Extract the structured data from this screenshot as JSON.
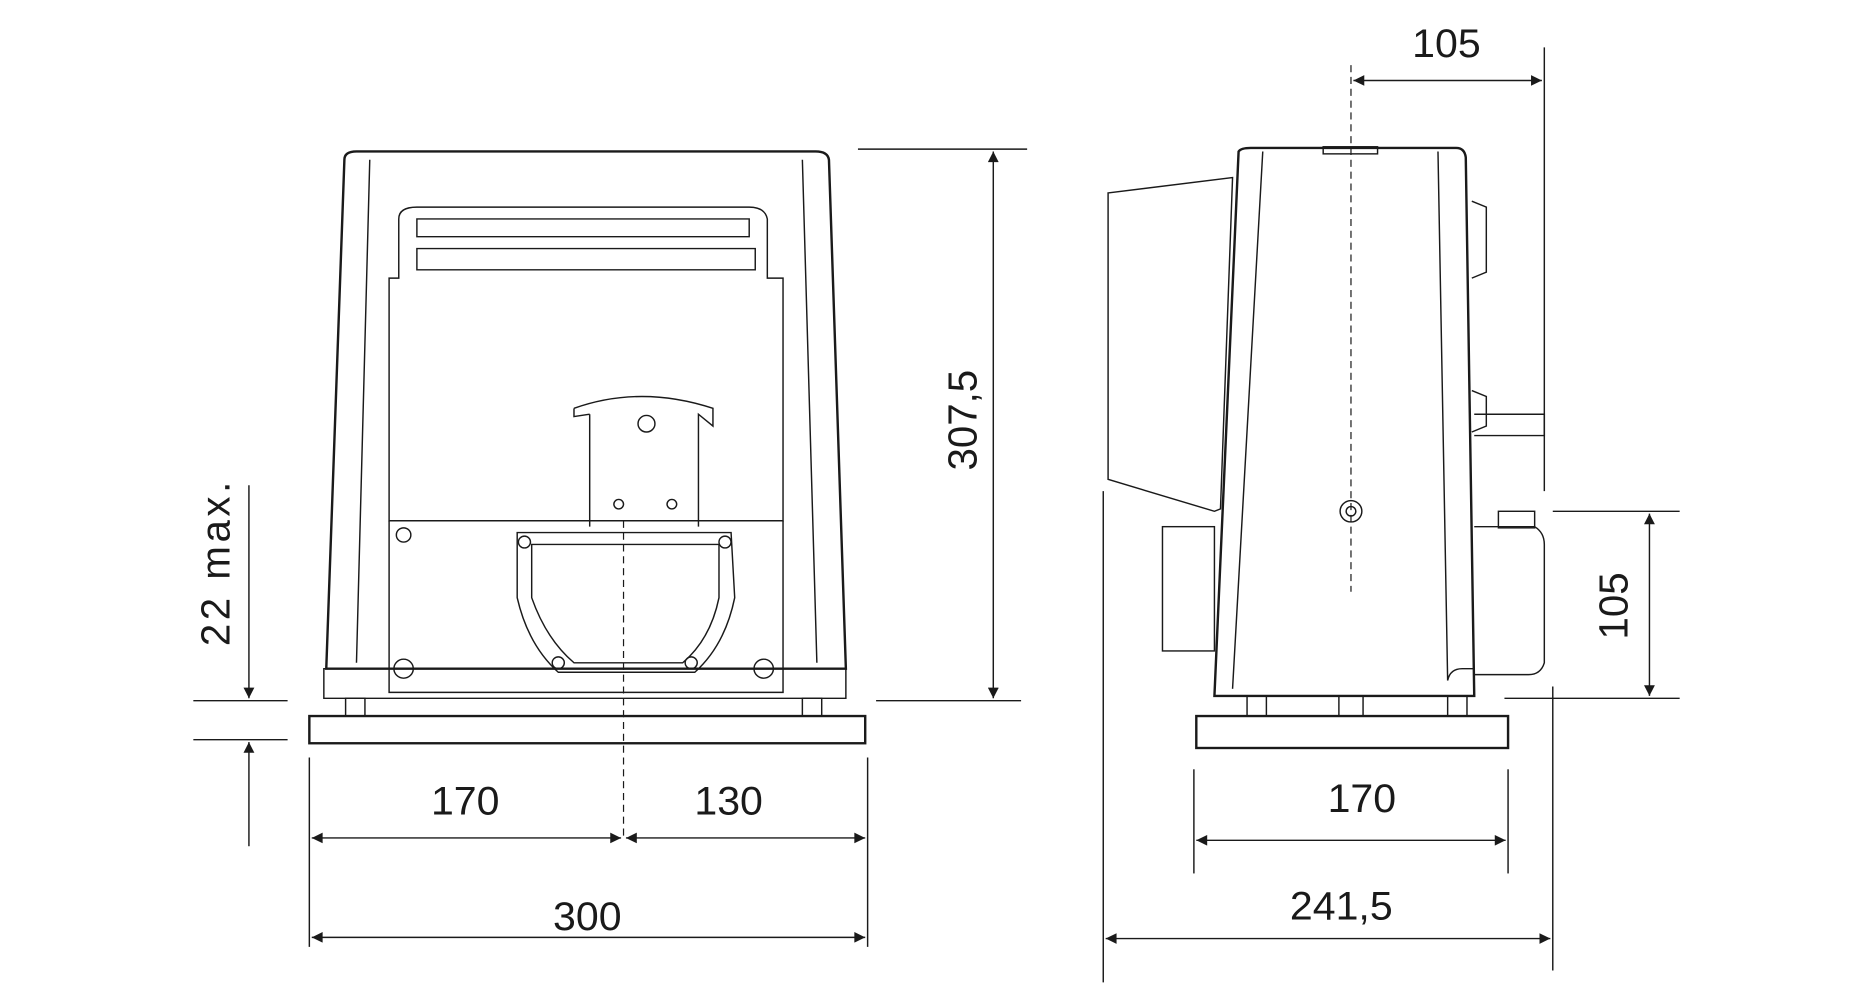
{
  "dimensions": {
    "front_width_total": "300",
    "front_left_offset": "170",
    "front_right_offset": "130",
    "height_total": "307,5",
    "base_clearance": "22 max.",
    "side_depth_total": "241,5",
    "side_base_depth": "170",
    "side_top_offset": "105",
    "side_lower_height": "105"
  }
}
